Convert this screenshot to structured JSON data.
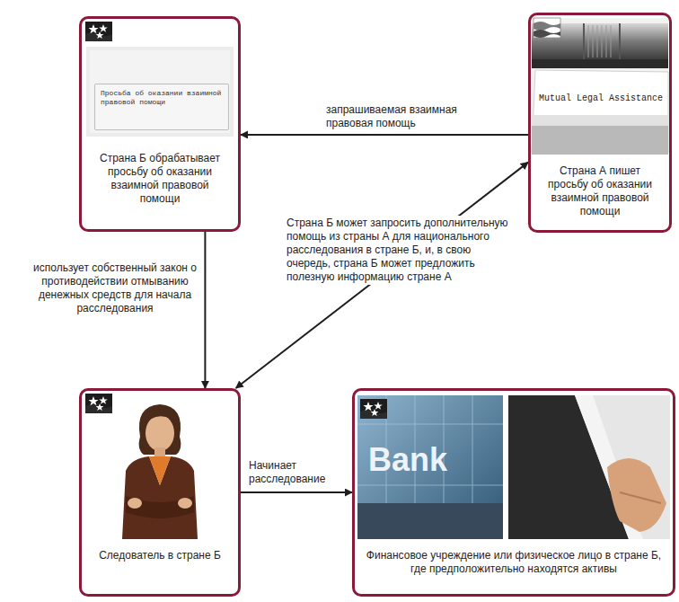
{
  "diagram": {
    "nodes": [
      {
        "text": [
          "Страна Б обрабатывает просьбу об оказании взаимной правовой помощи"
        ]
      },
      {
        "text": [
          "Просьба об оказании взаимной правовой помощи"
        ],
        "in": 0
      },
      {
        "text": [
          "Страна А пишет просьбу об оказании взаимной правовой помощи"
        ]
      },
      {
        "text": [
          "Следователь в стране Б"
        ]
      },
      {
        "text": [
          "Финансовое учреждение или физическое лицо в стране Б, где предположительно находятся активы"
        ]
      }
    ],
    "edges": [
      {
        "from": 2,
        "to": 0,
        "arrow": "to",
        "label": "запрашиваемая взаимная правовая помощь"
      },
      {
        "from": 0,
        "to": 3,
        "arrow": "to",
        "label": "использует собственный закон о противодействии отмыванию денежных средств для начала расследования"
      },
      {
        "from": 3,
        "to": 4,
        "arrow": "to",
        "label": "Начинает расследование"
      },
      {
        "from": 3,
        "to": 2,
        "arrow": "both",
        "label": "Страна Б может запросить дополнительную помощь из страны А для национального расследования в стране Б, и, в свою очередь, страна Б может предложить полезную информацию стране А"
      }
    ],
    "labels": [
      "Mutual Legal Assistance",
      "Bank"
    ]
  }
}
